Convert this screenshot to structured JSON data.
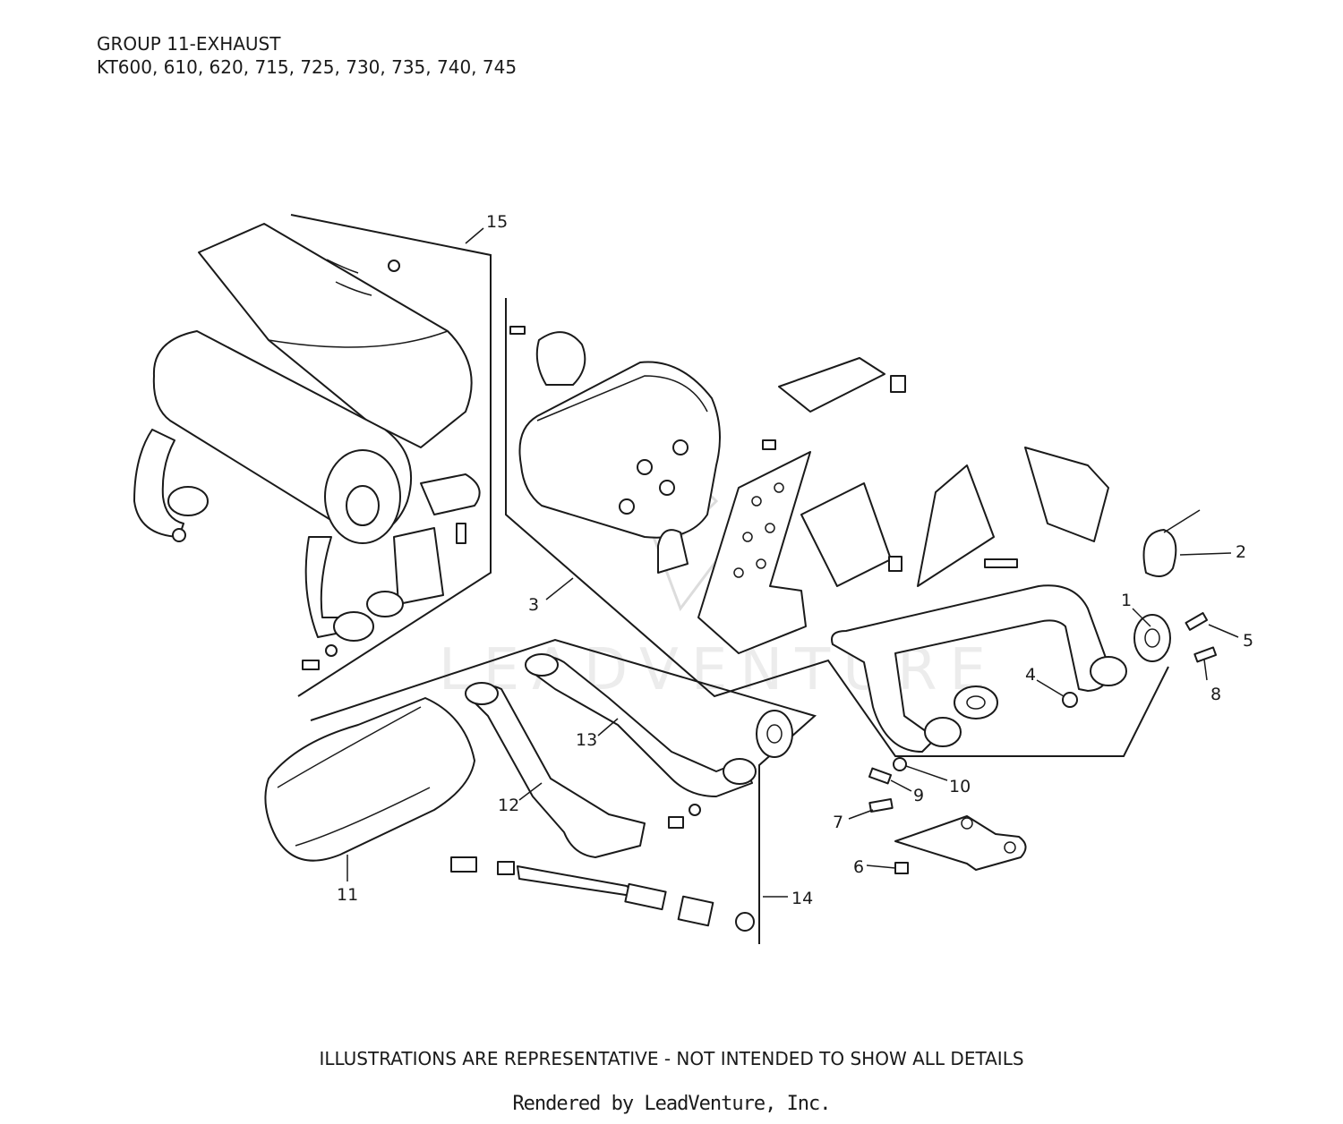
{
  "header": {
    "line1": "GROUP 11-EXHAUST",
    "line2": "KT600, 610, 620, 715, 725, 730, 735, 740, 745"
  },
  "footer": {
    "disclaimer": "ILLUSTRATIONS ARE REPRESENTATIVE - NOT INTENDED TO SHOW ALL DETAILS",
    "rendered_by": "Rendered by LeadVenture, Inc."
  },
  "watermark": {
    "text": "LEADVENTURE"
  },
  "callouts": {
    "c1": "1",
    "c2": "2",
    "c3": "3",
    "c4": "4",
    "c5": "5",
    "c6": "6",
    "c7": "7",
    "c8": "8",
    "c9": "9",
    "c10": "10",
    "c11": "11",
    "c12": "12",
    "c13": "13",
    "c14": "14",
    "c15": "15"
  }
}
